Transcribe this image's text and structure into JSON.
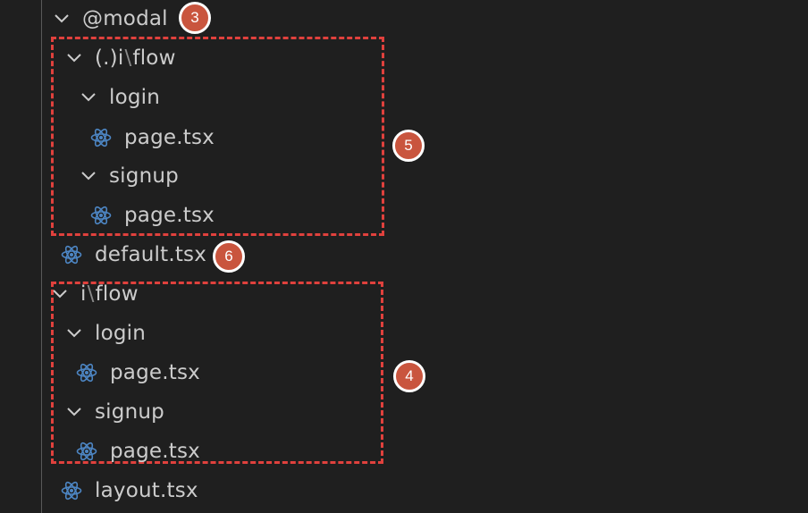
{
  "colors": {
    "background": "#1f1f1f",
    "text": "#cccccc",
    "react_icon": "#4d86c4",
    "annotation_box": "#e0413d",
    "badge_fill": "#c9553e"
  },
  "tree": {
    "modal_folder": {
      "name": "@modal",
      "icon": "chevron-down"
    },
    "intercept_folder": {
      "prefix": "(.)i",
      "sep": "\\",
      "suffix": "flow",
      "icon": "chevron-down"
    },
    "intercept_login": {
      "name": "login",
      "icon": "chevron-down"
    },
    "intercept_login_page": {
      "name": "page.tsx",
      "icon": "react-icon"
    },
    "intercept_signup": {
      "name": "signup",
      "icon": "chevron-down"
    },
    "intercept_signup_page": {
      "name": "page.tsx",
      "icon": "react-icon"
    },
    "default_file": {
      "name": "default.tsx",
      "icon": "react-icon"
    },
    "flow_folder": {
      "prefix": "i",
      "sep": "\\",
      "suffix": "flow",
      "icon": "chevron-down"
    },
    "flow_login": {
      "name": "login",
      "icon": "chevron-down"
    },
    "flow_login_page": {
      "name": "page.tsx",
      "icon": "react-icon"
    },
    "flow_signup": {
      "name": "signup",
      "icon": "chevron-down"
    },
    "flow_signup_page": {
      "name": "page.tsx",
      "icon": "react-icon"
    },
    "layout_file": {
      "name": "layout.tsx",
      "icon": "react-icon"
    }
  },
  "badges": {
    "modal": "3",
    "flow": "4",
    "intercept": "5",
    "default": "6"
  }
}
